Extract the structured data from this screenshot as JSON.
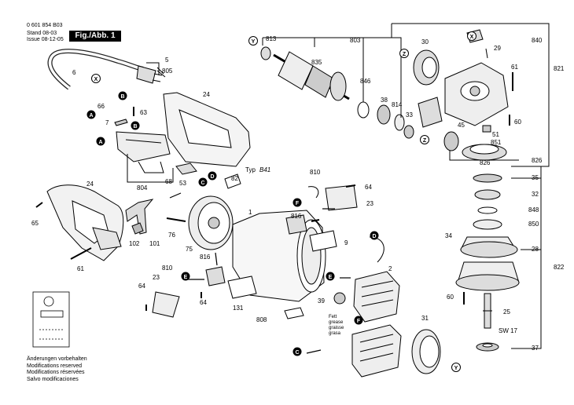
{
  "header": {
    "part_number": "0 601 854 B03",
    "stand_label": "Stand",
    "stand_value": "08-03",
    "issue_label": "Issue",
    "issue_value": "08-12-05",
    "figure_label": "Fig./Abb. 1"
  },
  "footer": {
    "lines": [
      "Änderungen vorbehalten",
      "Modifications reserved",
      "Modifications réservées",
      "Salvo modificaciones"
    ]
  },
  "type_label": {
    "prefix": "Typ",
    "value": "B41"
  },
  "grease_note": [
    "Fett",
    "grease",
    "graisse",
    "grasa"
  ],
  "sw_label": "SW 17",
  "letters": [
    "X",
    "B",
    "A",
    "B",
    "A",
    "C",
    "D",
    "F",
    "E",
    "D",
    "E",
    "C",
    "F",
    "Y",
    "Z",
    "Z",
    "Y",
    "X"
  ],
  "parts": [
    "5",
    "805",
    "6",
    "66",
    "63",
    "7",
    "24",
    "803",
    "813",
    "835",
    "846",
    "38",
    "814",
    "33",
    "30",
    "840",
    "29",
    "821",
    "61",
    "60",
    "51",
    "851",
    "45",
    "826",
    "810",
    "64",
    "23",
    "816",
    "1",
    "9",
    "76",
    "101",
    "102",
    "65",
    "61",
    "75",
    "82",
    "804",
    "68",
    "53",
    "2",
    "39",
    "31",
    "131",
    "808",
    "35",
    "32",
    "848",
    "850",
    "34",
    "28",
    "822",
    "25",
    "37",
    "60",
    "810",
    "23",
    "64",
    "816",
    "24"
  ]
}
